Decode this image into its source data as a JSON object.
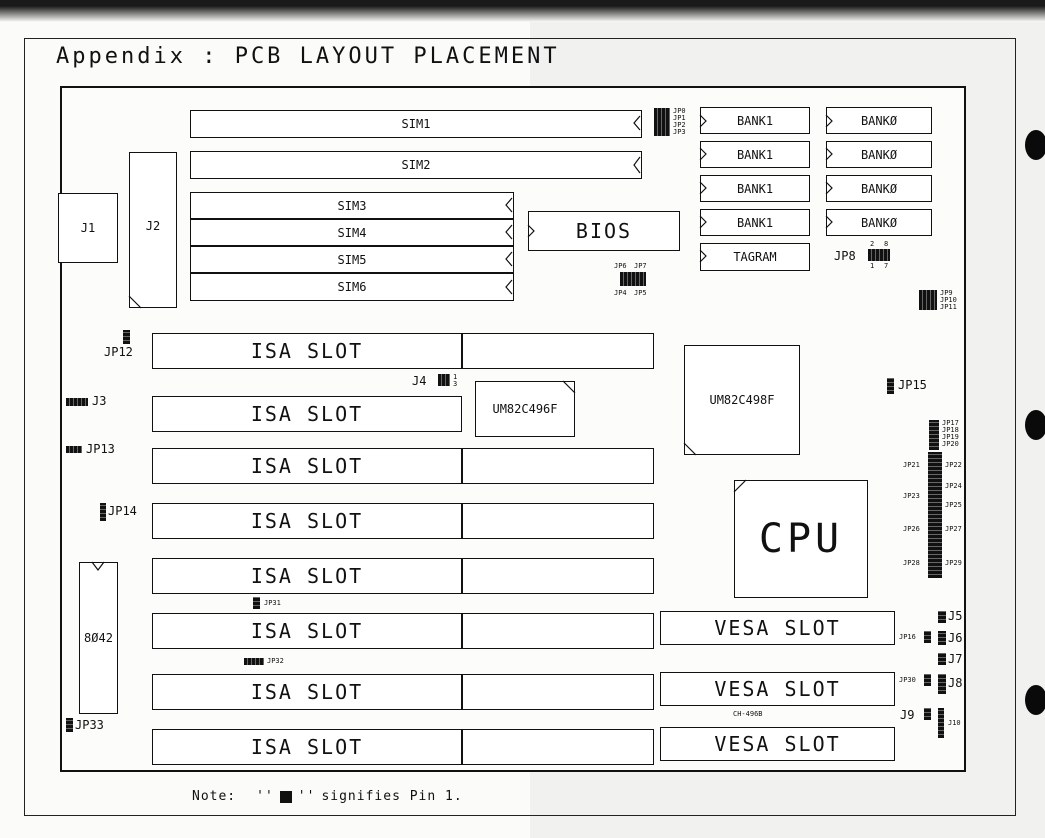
{
  "title": "Appendix : PCB LAYOUT PLACEMENT",
  "note": {
    "prefix": "Note:",
    "suffix": "signifies Pin 1."
  },
  "connectors": {
    "j1": "J1",
    "j2": "J2"
  },
  "simms": [
    "SIM1",
    "SIM2",
    "SIM3",
    "SIM4",
    "SIM5",
    "SIM6"
  ],
  "banks": {
    "bank1": [
      "BANK1",
      "BANK1",
      "BANK1",
      "BANK1"
    ],
    "bank0": [
      "BANKØ",
      "BANKØ",
      "BANKØ",
      "BANKØ"
    ]
  },
  "bios": "BIOS",
  "tagram": "TAGRAM",
  "chips": {
    "um496": "UM82C496F",
    "um498": "UM82C498F",
    "cpu": "CPU",
    "kbc": "8Ø42"
  },
  "isa_slot": "ISA SLOT",
  "vesa_slot": "VESA SLOT",
  "model": "CH-496B",
  "jumpers": {
    "jp0": "JP0",
    "jp1": "JP1",
    "jp2": "JP2",
    "jp3": "JP3",
    "jp4": "JP4",
    "jp5": "JP5",
    "jp6": "JP6",
    "jp7": "JP7",
    "jp8": "JP8",
    "jp8_pin2": "2",
    "jp8_pin8": "8",
    "jp8_pin1": "1",
    "jp8_pin7": "7",
    "jp9": "JP9",
    "jp10": "JP10",
    "jp11": "JP11",
    "jp12": "JP12",
    "j3": "J3",
    "jp13": "JP13",
    "jp14": "JP14",
    "j4": "J4",
    "j4_pin1": "1",
    "j4_pin3": "3",
    "jp15": "JP15",
    "jp17": "JP17",
    "jp18": "JP18",
    "jp19": "JP19",
    "jp20": "JP20",
    "jp21": "JP21",
    "jp22": "JP22",
    "jp23": "JP23",
    "jp24": "JP24",
    "jp25": "JP25",
    "jp26": "JP26",
    "jp27": "JP27",
    "jp28": "JP28",
    "jp29": "JP29",
    "jp31": "JP31",
    "jp32": "JP32",
    "jp33": "JP33",
    "j5": "J5",
    "jp16": "JP16",
    "j6": "J6",
    "j7": "J7",
    "jp30": "JP30",
    "j8": "J8",
    "j9": "J9",
    "j10": "J10"
  }
}
